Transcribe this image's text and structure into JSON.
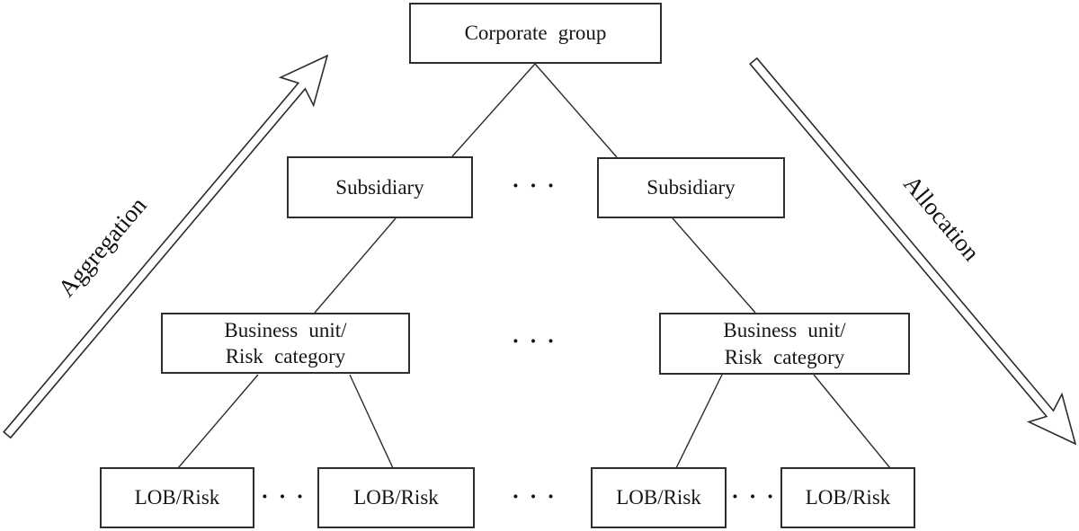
{
  "boxes": {
    "corporate": {
      "label": "Corporate group"
    },
    "subsidiary_left": {
      "label": "Subsidiary"
    },
    "subsidiary_right": {
      "label": "Subsidiary"
    },
    "business_unit_left": {
      "line1": "Business unit/",
      "line2": "Risk category"
    },
    "business_unit_right": {
      "line1": "Business unit/",
      "line2": "Risk category"
    },
    "lob_1": {
      "label": "LOB/Risk"
    },
    "lob_2": {
      "label": "LOB/Risk"
    },
    "lob_3": {
      "label": "LOB/Risk"
    },
    "lob_4": {
      "label": "LOB/Risk"
    }
  },
  "ellipsis": {
    "glyph": "···"
  },
  "arrows": {
    "aggregation": {
      "label": "Aggregation"
    },
    "allocation": {
      "label": "Allocation"
    }
  },
  "colors": {
    "ink": "#1a1a1a",
    "background": "#ffffff"
  }
}
